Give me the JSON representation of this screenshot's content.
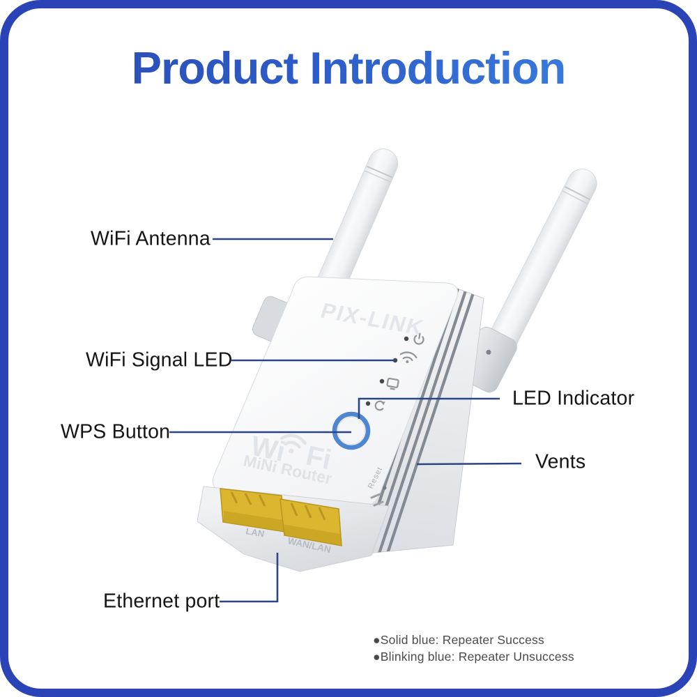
{
  "title": "Product Introduction",
  "labels": {
    "wifi_antenna": "WiFi Antenna",
    "wifi_signal_led": "WiFi Signal LED",
    "wps_button": "WPS Button",
    "led_indicator": "LED Indicator",
    "vents": "Vents",
    "ethernet_port": "Ethernet port"
  },
  "device": {
    "brand": "PIX-LINK",
    "face_text": {
      "wifi_left": "Wi",
      "wifi_right": "Fi",
      "subtitle": "MiNi Router"
    },
    "ports": {
      "left": "LAN",
      "right": "WAN/LAN"
    },
    "reset_label": "Reset",
    "led_icons": [
      "power-icon",
      "wifi-icon",
      "lan-icon",
      "wps-icon"
    ]
  },
  "legend": {
    "solid_blue": "●Solid blue: Repeater Success",
    "blinking_blue": "●Blinking blue: Repeater Unsuccess"
  },
  "colors": {
    "frame_blue": "#2a44b8",
    "title_gradient_start": "#2b4cb3",
    "title_gradient_end": "#3f87e6",
    "callout_line": "#2b4483",
    "wps_ring_blue": "#4f86d2",
    "port_yellow": "#dcb62e",
    "led_dot": "#43484e",
    "legend_text": "#4b4b4b"
  }
}
